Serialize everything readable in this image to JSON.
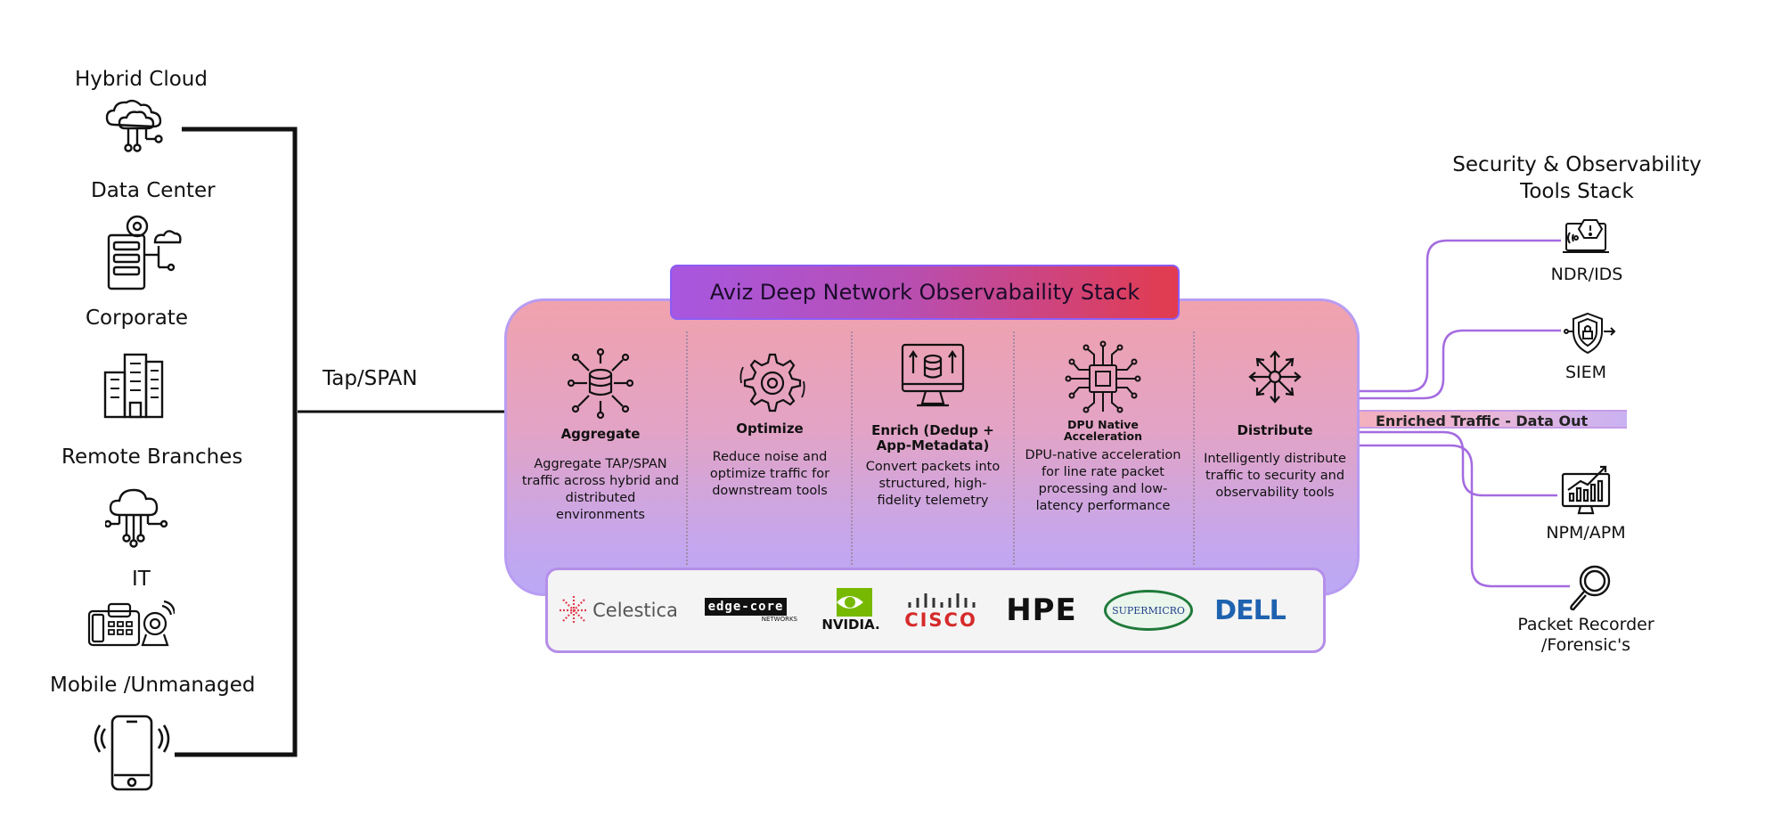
{
  "sources": [
    {
      "label": "Hybrid Cloud",
      "icon": "hybrid-cloud-icon"
    },
    {
      "label": "Data Center",
      "icon": "data-center-icon"
    },
    {
      "label": "Corporate",
      "icon": "corporate-building-icon"
    },
    {
      "label": "Remote Branches",
      "icon": "remote-branches-icon"
    },
    {
      "label": "IT",
      "icon": "it-devices-icon"
    },
    {
      "label": "Mobile /Unmanaged",
      "icon": "mobile-phone-icon"
    }
  ],
  "tap_label": "Tap/SPAN",
  "stack_title": "Aviz Deep Network Observabaility Stack",
  "stages": [
    {
      "title": "Aggregate",
      "desc": "Aggregate TAP/SPAN traffic across hybrid and distributed environments",
      "icon": "aggregate-icon"
    },
    {
      "title": "Optimize",
      "desc": "Reduce noise and optimize traffic for downstream tools",
      "icon": "gear-icon"
    },
    {
      "title": "Enrich  (Dedup + App-Metadata)",
      "desc": "Convert packets into structured, high-fidelity telemetry",
      "icon": "enrich-monitor-icon"
    },
    {
      "title": "DPU Native Acceleration",
      "desc": "DPU-native acceleration for line rate packet processing and low-latency performance",
      "icon": "chip-icon"
    },
    {
      "title": "Distribute",
      "desc": "Intelligently distribute traffic to security and observability tools",
      "icon": "distribute-icon"
    }
  ],
  "vendors": [
    "Celestica",
    "edge-core",
    "NETWORKS",
    "NVIDIA.",
    "CISCO",
    "HPE",
    "SUPERMICRO",
    "DELL"
  ],
  "enriched_label": "Enriched Traffic  - Data Out",
  "tools_title": [
    "Security & Observability",
    "Tools Stack"
  ],
  "tools": [
    {
      "label": "NDR/IDS",
      "icon": "ndr-ids-icon"
    },
    {
      "label": "SIEM",
      "icon": "siem-shield-icon"
    },
    {
      "label": "NPM/APM",
      "icon": "npm-apm-monitor-icon"
    },
    {
      "label": "Packet Recorder",
      "label2": "/Forensic's",
      "icon": "magnifier-icon"
    }
  ],
  "colors": {
    "line": "#111111",
    "purple_line": "#a46be0",
    "title_start": "#a857e0",
    "title_end": "#e23b4e"
  }
}
